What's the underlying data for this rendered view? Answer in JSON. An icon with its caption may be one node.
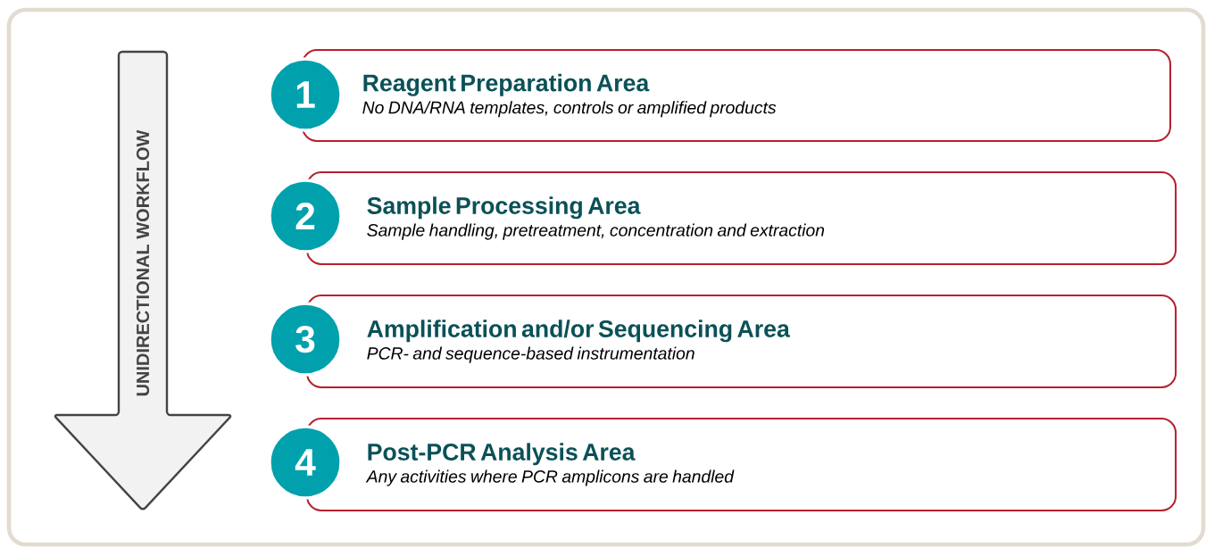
{
  "diagram": {
    "nodes": [
      {
        "text": [
          "UNIDIRECTIONAL WORKFLOW"
        ]
      },
      {
        "text": [
          "1"
        ]
      },
      {
        "text": [
          "Reagent Preparation Area",
          "No DNA/RNA templates, controls or amplified products"
        ]
      },
      {
        "text": [
          "2"
        ]
      },
      {
        "text": [
          "Sample Processing Area",
          "Sample handling, pretreatment, concentration and extraction"
        ]
      },
      {
        "text": [
          "3"
        ]
      },
      {
        "text": [
          "Amplification and/or Sequencing Area",
          "PCR- and sequence-based instrumentation"
        ]
      },
      {
        "text": [
          "4"
        ]
      },
      {
        "text": [
          "Post-PCR Analysis Area",
          "Any activities where PCR amplicons are handled"
        ]
      }
    ],
    "edges": []
  }
}
